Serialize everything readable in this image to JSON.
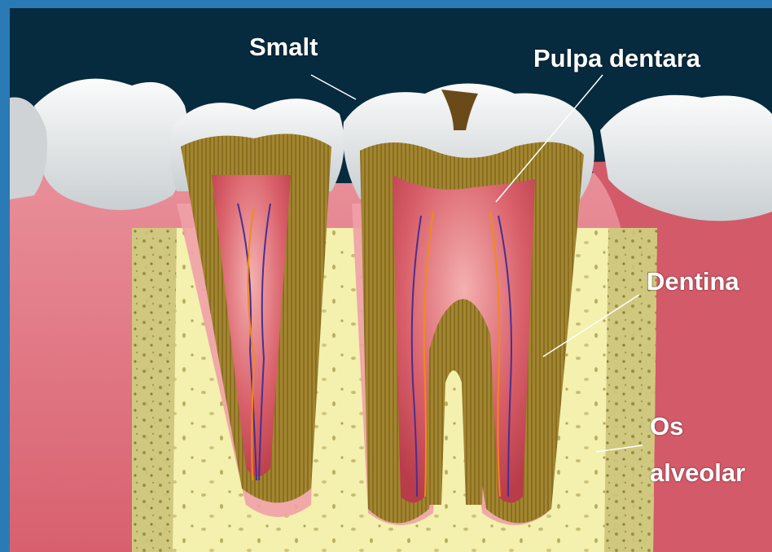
{
  "labels": {
    "enamel": "Smalt",
    "pulp": "Pulpa dentara",
    "dentin": "Dentina",
    "bone_line1": "Os",
    "bone_line2": "alveolar"
  },
  "colors": {
    "background": "#062a3e",
    "border": "#2a7ab5",
    "enamel": "#dde1e3",
    "dentin": "#9c7f2c",
    "pulp": "#d55a5f",
    "gum": "#e27f8b",
    "bone": "#f3efaa",
    "cortical_bone": "#c4bb6a"
  }
}
